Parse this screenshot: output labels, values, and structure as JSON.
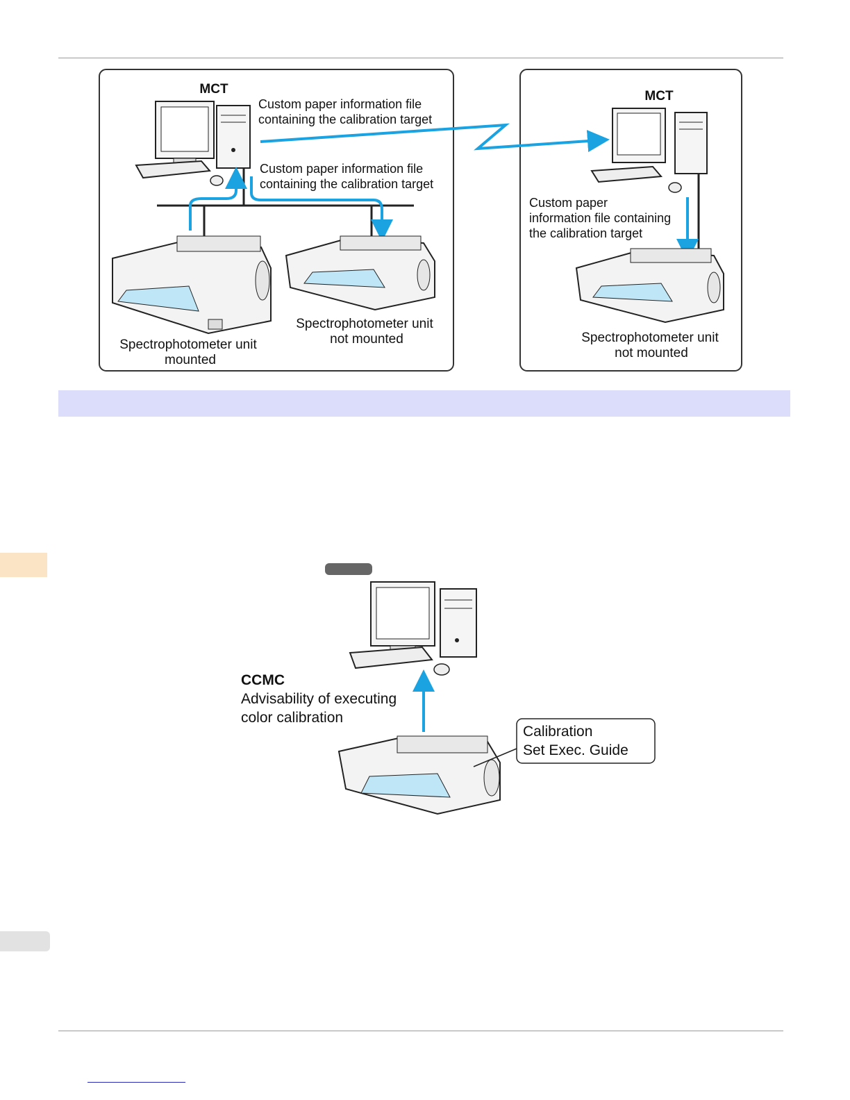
{
  "colors": {
    "arrow": "#1aa3e0",
    "section_bar": "#dcdcfb",
    "side_tab": "#fbe3c6",
    "paper": "#bfe6f7"
  },
  "top_diagram": {
    "left_box": {
      "mct_label": "MCT",
      "file_label_1_line1": "Custom paper information file",
      "file_label_1_line2": "containing the calibration target",
      "file_label_2_line1": "Custom paper information file",
      "file_label_2_line2": "containing the calibration target",
      "printer_a_line1": "Spectrophotometer unit",
      "printer_a_line2": "mounted",
      "printer_b_line1": "Spectrophotometer unit",
      "printer_b_line2": "not mounted"
    },
    "right_box": {
      "mct_label": "MCT",
      "file_label_line1": "Custom paper",
      "file_label_line2": "information file containing",
      "file_label_line3": "the calibration target",
      "printer_line1": "Spectrophotometer unit",
      "printer_line2": "not mounted"
    }
  },
  "bottom_diagram": {
    "ccmc_title": "CCMC",
    "ccmc_line1": "Advisability of executing",
    "ccmc_line2": "color calibration",
    "callout_line1": "Calibration",
    "callout_line2": "Set Exec. Guide"
  }
}
